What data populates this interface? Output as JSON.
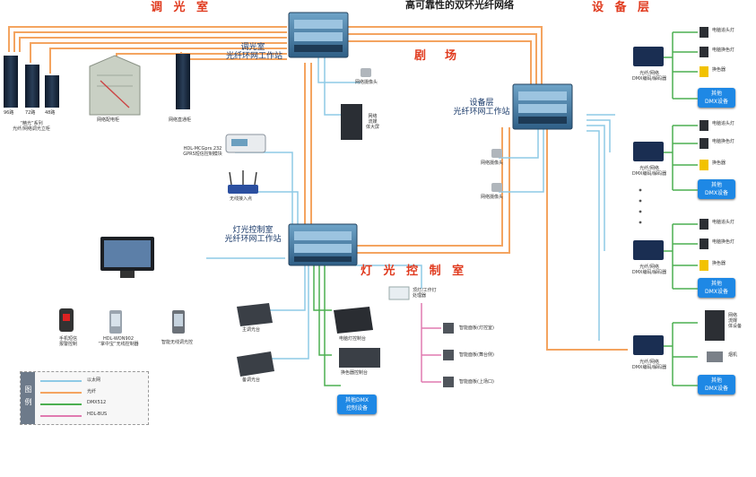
{
  "header": {
    "title": "高可靠性的双环光纤网络",
    "zone_dimming": "调 光 室",
    "zone_theater": "剧　场",
    "zone_equipment": "设 备 层",
    "zone_control": "灯 光 控 制 室"
  },
  "workstations": {
    "dimming": [
      "调光室",
      "光纤环网工作站"
    ],
    "equipment": [
      "设备层",
      "光纤环网工作站"
    ],
    "control": [
      "灯光控制室",
      "光纤环网工作站"
    ]
  },
  "dimming_room": {
    "cabinet_counts": [
      "96路",
      "72路",
      "48路"
    ],
    "cabinet_caption": [
      "“精光”系列",
      "光纤/网络调光立柜"
    ],
    "power_box": "网络配电柜",
    "direct_cabinet": "网络直通柜"
  },
  "theater": {
    "cameras": [
      "网络摄像头",
      "网络摄像头",
      "网络摄像头"
    ],
    "playback_rack": [
      "网络",
      "流媒",
      "体大屏"
    ]
  },
  "control_room": {
    "gprs_module": [
      "HDL-MCGprs.232",
      "GPRS短信控制模块"
    ],
    "wireless_ap": "无线接入点",
    "console_main": "主调光台",
    "console_backup": "备调光台",
    "computer_console": "电脑灯控制台",
    "color_console": "换色器控制台",
    "other_dmx": [
      "其他DMX",
      "控制设备"
    ],
    "lobby": [
      "顶灯/工作灯",
      "处理器"
    ],
    "panels": [
      "智能面板(灯控室)",
      "智能面板(舞台侧)",
      "智能面板(上场口)"
    ],
    "phone": [
      "手机短信",
      "报警控制"
    ],
    "pda": [
      "HDL-WON902",
      "“掌中宝”无线控制器"
    ],
    "smartphone": "智能无线调光控"
  },
  "equipment_layer": {
    "converter_label": [
      "光纤/网络",
      "DMX编码/解码器"
    ],
    "items": [
      "电脑追头灯",
      "电脑换色灯",
      "换色器"
    ],
    "other_dmx": [
      "其他",
      "DMX设备"
    ],
    "rack_label": [
      "网络",
      "流媒",
      "体设备"
    ],
    "fog_machine": "烟机"
  },
  "legend": {
    "tag": "图例",
    "items": [
      {
        "label": "以太网",
        "color": "#8ecae6"
      },
      {
        "label": "光纤",
        "color": "#f4a460"
      },
      {
        "label": "DMX512",
        "color": "#4caf50"
      },
      {
        "label": "HDL-BUS",
        "color": "#e07ab0"
      }
    ]
  },
  "colors": {
    "fiber": "#f4a460",
    "ethernet": "#8ecae6",
    "dmx": "#4caf50",
    "hdl_bus": "#e07ab0",
    "accent": "#e03a1e",
    "dmx_box": "#1e88e5"
  }
}
